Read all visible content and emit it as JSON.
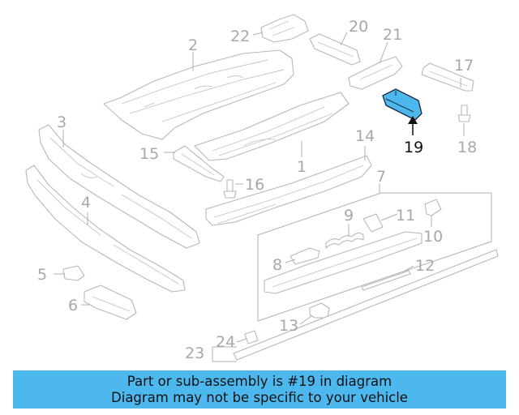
{
  "diagram": {
    "callouts": [
      "2",
      "22",
      "20",
      "21",
      "17",
      "19",
      "18",
      "3",
      "15",
      "1",
      "14",
      "16",
      "7",
      "4",
      "9",
      "11",
      "10",
      "5",
      "8",
      "12",
      "6",
      "13",
      "23",
      "24"
    ],
    "highlighted": "19",
    "highlight_color": "#4db8ee"
  },
  "banner": {
    "line1": "Part or sub-assembly is #19 in diagram",
    "line2": "Diagram may not be specific to your vehicle",
    "color": "#4db8ee"
  }
}
